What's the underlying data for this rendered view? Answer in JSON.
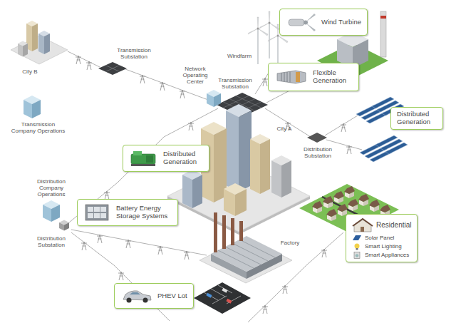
{
  "diagram": {
    "nodes": [
      {
        "text": [
          "Wind Turbine"
        ]
      },
      {
        "text": [
          "Flexible Generation"
        ]
      },
      {
        "text": [
          "Distributed Generation"
        ]
      },
      {
        "text": [
          "Distributed Generation"
        ]
      },
      {
        "text": [
          "Battery Energy Storage Systems"
        ]
      },
      {
        "text": [
          "Residential",
          "Solar Panel",
          "Smart Lighting",
          "Smart Appliances"
        ]
      },
      {
        "text": [
          "PHEV Lot"
        ]
      }
    ],
    "labels": [
      "City B",
      "Transmission Substation",
      "Windfarm",
      "Network Operating Center",
      "Transmission Substation",
      "Transmission Company Operations",
      "City A",
      "Distribution Substation",
      "Distribution Company Operations",
      "Distribution Substation",
      "Factory"
    ]
  }
}
